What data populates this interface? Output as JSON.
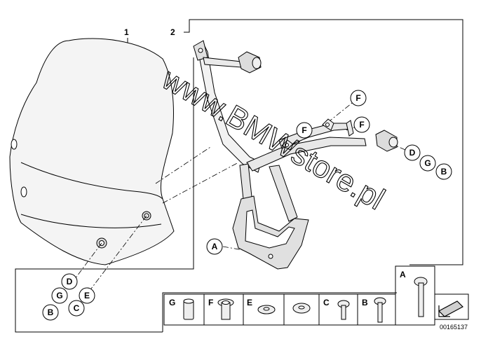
{
  "diagram": {
    "part_numbers": [
      "1",
      "2"
    ],
    "callouts": {
      "bracket_top_f": "F",
      "bracket_left_f": "F",
      "bracket_right_f": "F",
      "bracket_d": "D",
      "bracket_g": "G",
      "bracket_b": "B",
      "bracket_a": "A",
      "screen_d": "D",
      "screen_g": "G",
      "screen_e": "E",
      "screen_b": "B",
      "screen_c": "C"
    },
    "legend": [
      "G",
      "F",
      "E",
      "",
      "C",
      "B",
      "A"
    ],
    "watermark": "www.BMWstore.pl",
    "drawing_number": "00165137"
  }
}
